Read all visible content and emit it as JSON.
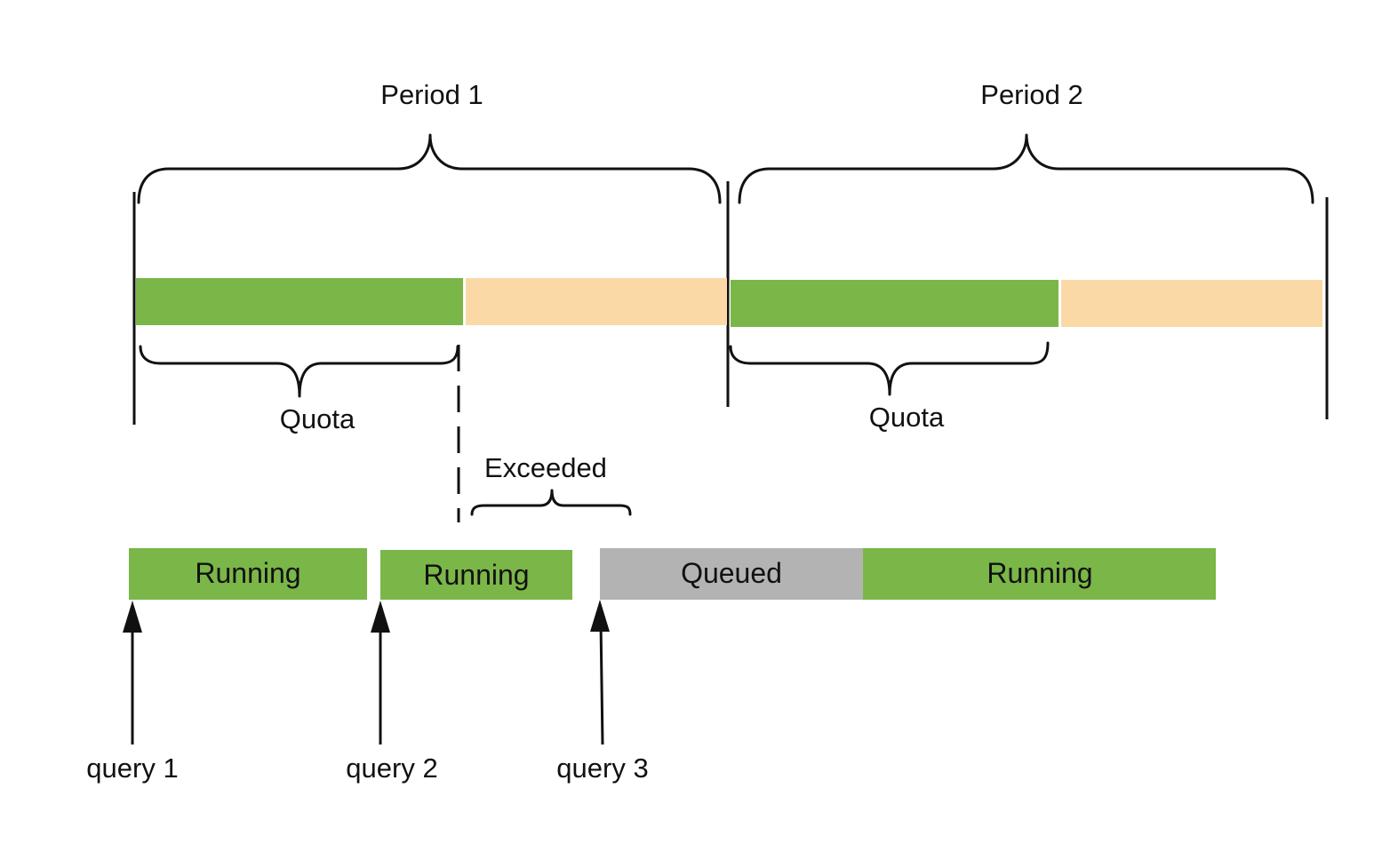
{
  "colors": {
    "quota": "#7ab648",
    "remainder": "#fad9a6",
    "running": "#7ab648",
    "queued": "#b3b3b3",
    "ink": "#111111"
  },
  "periods": [
    {
      "label": "Period 1",
      "quota_label": "Quota"
    },
    {
      "label": "Period 2",
      "quota_label": "Quota"
    }
  ],
  "exceeded_label": "Exceeded",
  "execution_bars": [
    {
      "label": "Running",
      "state": "running"
    },
    {
      "label": "Running",
      "state": "running"
    },
    {
      "label": "Queued",
      "state": "queued"
    },
    {
      "label": "Running",
      "state": "running"
    }
  ],
  "queries": [
    {
      "label": "query 1"
    },
    {
      "label": "query 2"
    },
    {
      "label": "query 3"
    }
  ]
}
